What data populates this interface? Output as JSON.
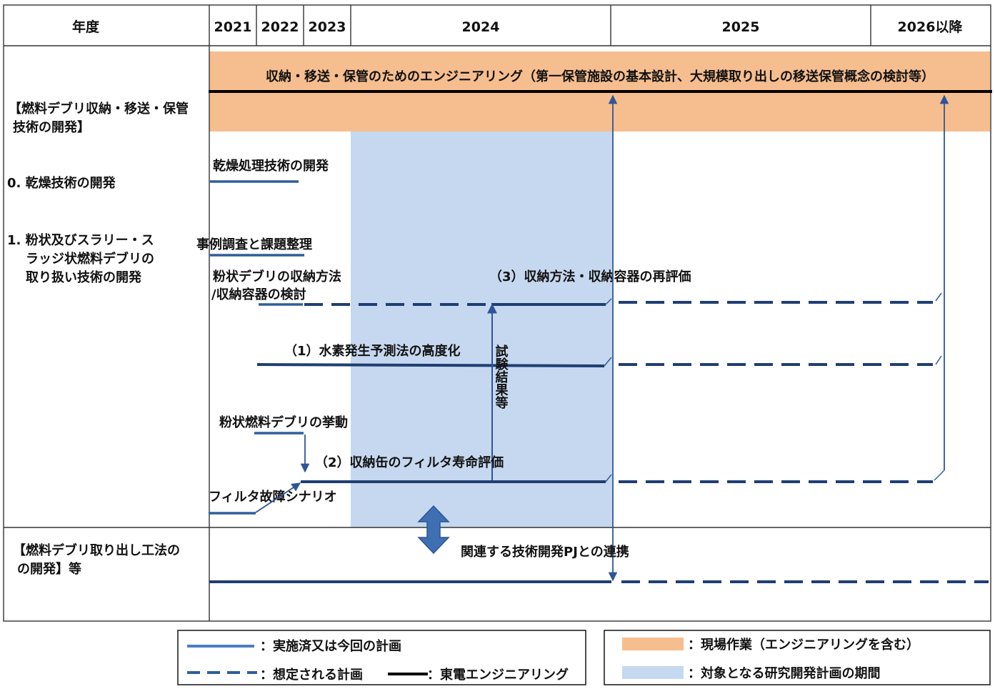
{
  "header": {
    "label_col": "年度",
    "years": [
      "2021",
      "2022",
      "2023",
      "2024",
      "2025",
      "2026以降"
    ]
  },
  "sections": {
    "engineering_title": [
      "【燃料デブリ収納・移送・保管",
      "技術の開発】"
    ],
    "drying_title": "0. 乾燥技術の開発",
    "powder_title": [
      "1. 粉状及びスラリー・ス",
      "ラッジ状燃料デブリの",
      "取り扱い技術の開発"
    ],
    "retrieval_title": [
      "【燃料デブリ取り出し工法の",
      "の開発】等"
    ]
  },
  "bars": {
    "engineering": "収納・移送・保管のためのエンジニアリング（第一保管施設の基本設計、大規模取り出しの移送保管概念の検討等）"
  },
  "tasks": {
    "drying_dev": "乾燥処理技術の開発",
    "case_study": "事例調査と課題整理",
    "powder_storage": [
      "粉状デブリの収納方法",
      "/収納容器の検討"
    ],
    "reeval": "（3）収納方法・収納容器の再評価",
    "hydrogen": "（1）水素発生予測法の高度化",
    "test_results": "試験結果等",
    "powder_behavior": "粉状燃料デブリの挙動",
    "filter_life": "（2）収納缶のフィルタ寿命評価",
    "filter_failure": "フィルタ故障シナリオ",
    "coordination": "関連する技術開発PJとの連携"
  },
  "legend": {
    "solid": "：実施済又は今回の計画",
    "dashed": "：想定される計画",
    "tepco": "：東電エンジニアリング",
    "field": "：現場作業（エンジニアリングを含む）",
    "period": "：対象となる研究開発計画の期間"
  },
  "colors": {
    "orange": "#f6be8f",
    "lightblue": "#c6d8ef",
    "navy": "#1f3e73",
    "arrow": "#2e5597",
    "legend_solid": "#4a7ec3",
    "legend_dashed": "#2f5f9c"
  }
}
